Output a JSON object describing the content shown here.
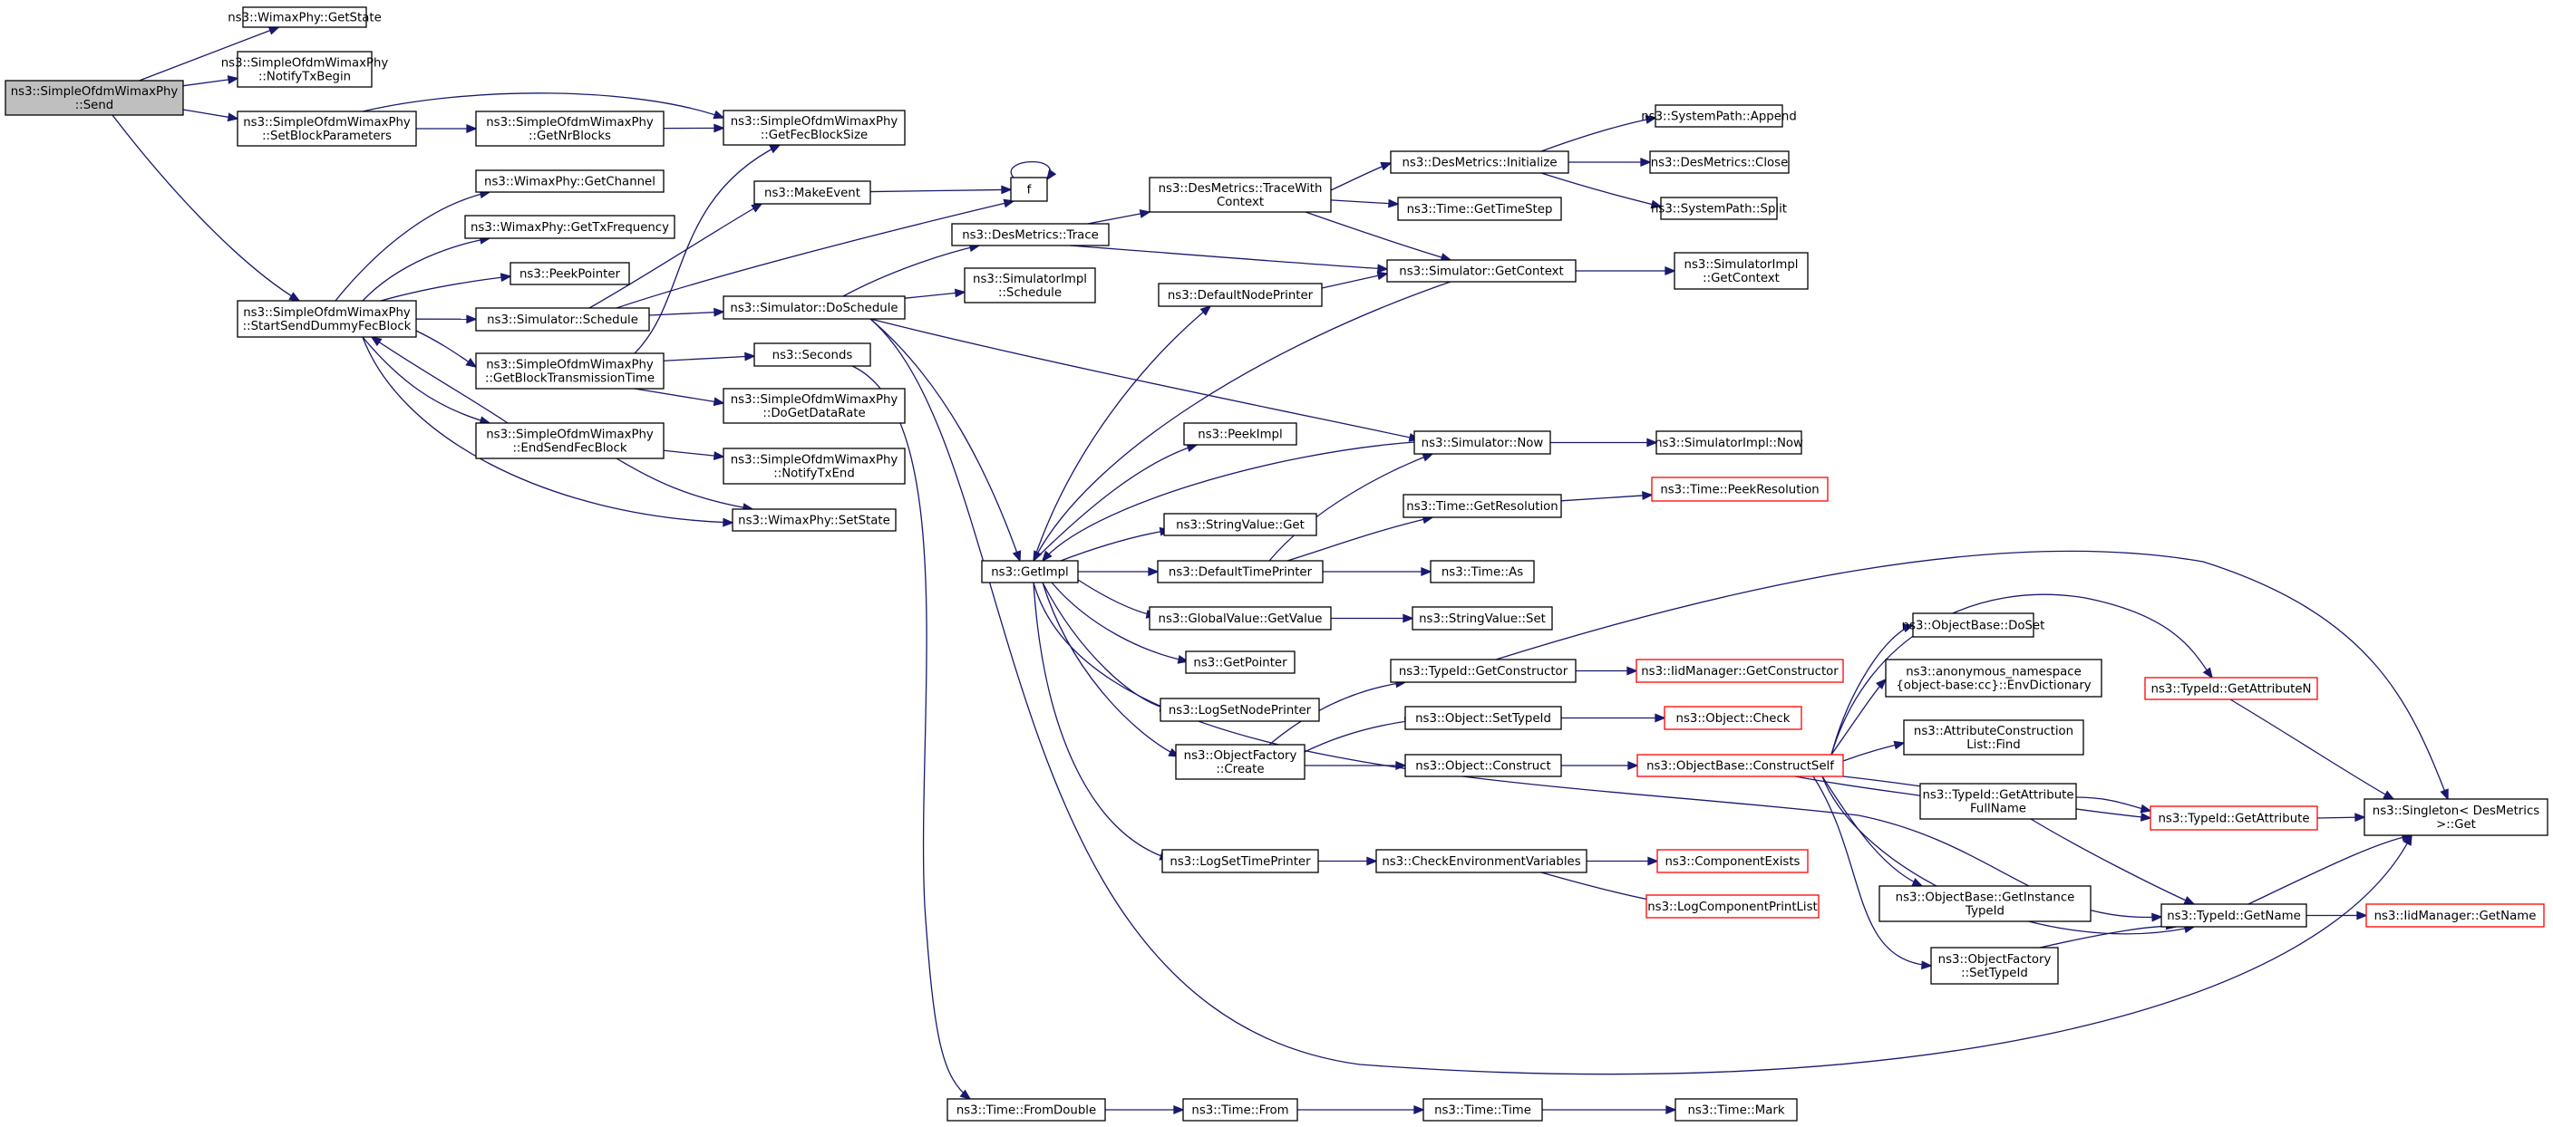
{
  "graph": {
    "nodes": {
      "send": {
        "lines": [
          "ns3::SimpleOfdmWimaxPhy",
          "::Send"
        ],
        "style": "root"
      },
      "wm_getstate": {
        "lines": [
          "ns3::WimaxPhy::GetState"
        ]
      },
      "notifytxbegin": {
        "lines": [
          "ns3::SimpleOfdmWimaxPhy",
          "::NotifyTxBegin"
        ]
      },
      "setblockparams": {
        "lines": [
          "ns3::SimpleOfdmWimaxPhy",
          "::SetBlockParameters"
        ]
      },
      "getnrblocks": {
        "lines": [
          "ns3::SimpleOfdmWimaxPhy",
          "::GetNrBlocks"
        ]
      },
      "getfecblocksize": {
        "lines": [
          "ns3::SimpleOfdmWimaxPhy",
          "::GetFecBlockSize"
        ]
      },
      "startsenddummy": {
        "lines": [
          "ns3::SimpleOfdmWimaxPhy",
          "::StartSendDummyFecBlock"
        ]
      },
      "getchannel": {
        "lines": [
          "ns3::WimaxPhy::GetChannel"
        ]
      },
      "gettxfreq": {
        "lines": [
          "ns3::WimaxPhy::GetTxFrequency"
        ]
      },
      "peekpointer": {
        "lines": [
          "ns3::PeekPointer"
        ]
      },
      "sim_schedule": {
        "lines": [
          "ns3::Simulator::Schedule"
        ]
      },
      "getblocktxtime": {
        "lines": [
          "ns3::SimpleOfdmWimaxPhy",
          "::GetBlockTransmissionTime"
        ]
      },
      "endsendfec": {
        "lines": [
          "ns3::SimpleOfdmWimaxPhy",
          "::EndSendFecBlock"
        ]
      },
      "makeevent": {
        "lines": [
          "ns3::MakeEvent"
        ]
      },
      "f": {
        "lines": [
          "f"
        ]
      },
      "desm_trace": {
        "lines": [
          "ns3::DesMetrics::Trace"
        ]
      },
      "desm_tracewith": {
        "lines": [
          "ns3::DesMetrics::TraceWith",
          "Context"
        ]
      },
      "desm_init": {
        "lines": [
          "ns3::DesMetrics::Initialize"
        ]
      },
      "sp_append": {
        "lines": [
          "ns3::SystemPath::Append"
        ]
      },
      "desm_close": {
        "lines": [
          "ns3::DesMetrics::Close"
        ]
      },
      "sp_split": {
        "lines": [
          "ns3::SystemPath::Split"
        ]
      },
      "time_gettimestep": {
        "lines": [
          "ns3::Time::GetTimeStep"
        ]
      },
      "sim_getcontext": {
        "lines": [
          "ns3::Simulator::GetContext"
        ]
      },
      "simimpl_getcontext": {
        "lines": [
          "ns3::SimulatorImpl",
          "::GetContext"
        ]
      },
      "sim_doschedule": {
        "lines": [
          "ns3::Simulator::DoSchedule"
        ]
      },
      "simimpl_schedule": {
        "lines": [
          "ns3::SimulatorImpl",
          "::Schedule"
        ]
      },
      "defaultnodeprinter": {
        "lines": [
          "ns3::DefaultNodePrinter"
        ]
      },
      "seconds": {
        "lines": [
          "ns3::Seconds"
        ]
      },
      "dogetdatarate": {
        "lines": [
          "ns3::SimpleOfdmWimaxPhy",
          "::DoGetDataRate"
        ]
      },
      "notifytxend": {
        "lines": [
          "ns3::SimpleOfdmWimaxPhy",
          "::NotifyTxEnd"
        ]
      },
      "wm_setstate": {
        "lines": [
          "ns3::WimaxPhy::SetState"
        ]
      },
      "getimpl": {
        "lines": [
          "ns3::GetImpl"
        ]
      },
      "peekimpl": {
        "lines": [
          "ns3::PeekImpl"
        ]
      },
      "sim_now": {
        "lines": [
          "ns3::Simulator::Now"
        ]
      },
      "simimpl_now": {
        "lines": [
          "ns3::SimulatorImpl::Now"
        ]
      },
      "time_getresolution": {
        "lines": [
          "ns3::Time::GetResolution"
        ]
      },
      "time_peekresolution": {
        "lines": [
          "ns3::Time::PeekResolution"
        ],
        "style": "red"
      },
      "stringvalue_get": {
        "lines": [
          "ns3::StringValue::Get"
        ]
      },
      "defaulttimeprinter": {
        "lines": [
          "ns3::DefaultTimePrinter"
        ]
      },
      "time_as": {
        "lines": [
          "ns3::Time::As"
        ]
      },
      "globalvalue_getvalue": {
        "lines": [
          "ns3::GlobalValue::GetValue"
        ]
      },
      "stringvalue_set": {
        "lines": [
          "ns3::StringValue::Set"
        ]
      },
      "getpointer": {
        "lines": [
          "ns3::GetPointer"
        ]
      },
      "typeid_getconstructor": {
        "lines": [
          "ns3::TypeId::GetConstructor"
        ]
      },
      "iidmanager_getconstructor": {
        "lines": [
          "ns3::IidManager::GetConstructor"
        ],
        "style": "red"
      },
      "logsetnodeprinter": {
        "lines": [
          "ns3::LogSetNodePrinter"
        ]
      },
      "object_settypeid": {
        "lines": [
          "ns3::Object::SetTypeId"
        ]
      },
      "object_check": {
        "lines": [
          "ns3::Object::Check"
        ],
        "style": "red"
      },
      "objectfactory_create": {
        "lines": [
          "ns3::ObjectFactory",
          "::Create"
        ]
      },
      "object_construct": {
        "lines": [
          "ns3::Object::Construct"
        ]
      },
      "objectbase_constructself": {
        "lines": [
          "ns3::ObjectBase::ConstructSelf"
        ],
        "style": "red"
      },
      "objectbase_doset": {
        "lines": [
          "ns3::ObjectBase::DoSet"
        ]
      },
      "envdictionary": {
        "lines": [
          "ns3::anonymous_namespace",
          "{object-base:cc}::EnvDictionary"
        ]
      },
      "typeid_getattributen": {
        "lines": [
          "ns3::TypeId::GetAttributeN"
        ],
        "style": "red"
      },
      "attrconstructionlist_find": {
        "lines": [
          "ns3::AttributeConstruction",
          "List::Find"
        ]
      },
      "typeid_getattribute": {
        "lines": [
          "ns3::TypeId::GetAttribute"
        ],
        "style": "red"
      },
      "singleton_get": {
        "lines": [
          "ns3::Singleton< DesMetrics",
          " >::Get"
        ]
      },
      "typeid_getattributefullname": {
        "lines": [
          "ns3::TypeId::GetAttribute",
          "FullName"
        ]
      },
      "logsettimeprinter": {
        "lines": [
          "ns3::LogSetTimePrinter"
        ]
      },
      "checkenvvars": {
        "lines": [
          "ns3::CheckEnvironmentVariables"
        ]
      },
      "componentexists": {
        "lines": [
          "ns3::ComponentExists"
        ],
        "style": "red"
      },
      "logcomponentprintlist": {
        "lines": [
          "ns3::LogComponentPrintList"
        ],
        "style": "red"
      },
      "objectbase_getinstancetypeid": {
        "lines": [
          "ns3::ObjectBase::GetInstance",
          "TypeId"
        ]
      },
      "typeid_getname": {
        "lines": [
          "ns3::TypeId::GetName"
        ]
      },
      "iidmanager_getname": {
        "lines": [
          "ns3::IidManager::GetName"
        ],
        "style": "red"
      },
      "objectfactory_settypeid": {
        "lines": [
          "ns3::ObjectFactory",
          "::SetTypeId"
        ]
      },
      "time_fromdouble": {
        "lines": [
          "ns3::Time::FromDouble"
        ]
      },
      "time_from": {
        "lines": [
          "ns3::Time::From"
        ]
      },
      "time_time": {
        "lines": [
          "ns3::Time::Time"
        ]
      },
      "time_mark": {
        "lines": [
          "ns3::Time::Mark"
        ]
      }
    },
    "edges": [
      [
        "send",
        "wm_getstate"
      ],
      [
        "send",
        "notifytxbegin"
      ],
      [
        "send",
        "setblockparams"
      ],
      [
        "send",
        "startsenddummy"
      ],
      [
        "setblockparams",
        "getnrblocks"
      ],
      [
        "setblockparams",
        "getfecblocksize"
      ],
      [
        "getnrblocks",
        "getfecblocksize"
      ],
      [
        "startsenddummy",
        "getchannel"
      ],
      [
        "startsenddummy",
        "gettxfreq"
      ],
      [
        "startsenddummy",
        "peekpointer"
      ],
      [
        "startsenddummy",
        "sim_schedule"
      ],
      [
        "startsenddummy",
        "getblocktxtime"
      ],
      [
        "startsenddummy",
        "endsendfec"
      ],
      [
        "startsenddummy",
        "wm_setstate"
      ],
      [
        "sim_schedule",
        "makeevent"
      ],
      [
        "sim_schedule",
        "f"
      ],
      [
        "sim_schedule",
        "sim_doschedule"
      ],
      [
        "makeevent",
        "f"
      ],
      [
        "f",
        "f"
      ],
      [
        "getblocktxtime",
        "getfecblocksize"
      ],
      [
        "getblocktxtime",
        "seconds"
      ],
      [
        "getblocktxtime",
        "dogetdatarate"
      ],
      [
        "endsendfec",
        "startsenddummy"
      ],
      [
        "endsendfec",
        "notifytxend"
      ],
      [
        "endsendfec",
        "wm_setstate"
      ],
      [
        "sim_doschedule",
        "desm_trace"
      ],
      [
        "sim_doschedule",
        "simimpl_schedule"
      ],
      [
        "sim_doschedule",
        "getimpl"
      ],
      [
        "sim_doschedule",
        "sim_now"
      ],
      [
        "sim_doschedule",
        "singleton_get"
      ],
      [
        "desm_trace",
        "desm_tracewith"
      ],
      [
        "desm_trace",
        "sim_getcontext"
      ],
      [
        "desm_tracewith",
        "desm_init"
      ],
      [
        "desm_tracewith",
        "time_gettimestep"
      ],
      [
        "desm_tracewith",
        "sim_getcontext"
      ],
      [
        "desm_init",
        "sp_append"
      ],
      [
        "desm_init",
        "desm_close"
      ],
      [
        "desm_init",
        "sp_split"
      ],
      [
        "sim_getcontext",
        "simimpl_getcontext"
      ],
      [
        "sim_getcontext",
        "getimpl"
      ],
      [
        "seconds",
        "time_fromdouble"
      ],
      [
        "getimpl",
        "defaultnodeprinter"
      ],
      [
        "getimpl",
        "peekimpl"
      ],
      [
        "getimpl",
        "stringvalue_get"
      ],
      [
        "getimpl",
        "defaulttimeprinter"
      ],
      [
        "getimpl",
        "globalvalue_getvalue"
      ],
      [
        "getimpl",
        "getpointer"
      ],
      [
        "getimpl",
        "logsetnodeprinter"
      ],
      [
        "getimpl",
        "objectfactory_create"
      ],
      [
        "getimpl",
        "logsettimeprinter"
      ],
      [
        "getimpl",
        "typeid_getname"
      ],
      [
        "defaultnodeprinter",
        "sim_getcontext"
      ],
      [
        "sim_now",
        "getimpl"
      ],
      [
        "sim_now",
        "simimpl_now"
      ],
      [
        "defaulttimeprinter",
        "sim_now"
      ],
      [
        "defaulttimeprinter",
        "time_getresolution"
      ],
      [
        "defaulttimeprinter",
        "time_as"
      ],
      [
        "time_getresolution",
        "time_peekresolution"
      ],
      [
        "globalvalue_getvalue",
        "stringvalue_set"
      ],
      [
        "objectfactory_create",
        "typeid_getconstructor"
      ],
      [
        "objectfactory_create",
        "object_settypeid"
      ],
      [
        "objectfactory_create",
        "object_construct"
      ],
      [
        "typeid_getconstructor",
        "iidmanager_getconstructor"
      ],
      [
        "typeid_getconstructor",
        "singleton_get"
      ],
      [
        "object_settypeid",
        "object_check"
      ],
      [
        "object_construct",
        "objectbase_constructself"
      ],
      [
        "objectbase_constructself",
        "objectbase_doset"
      ],
      [
        "objectbase_constructself",
        "envdictionary"
      ],
      [
        "objectbase_constructself",
        "typeid_getattributen"
      ],
      [
        "objectbase_constructself",
        "attrconstructionlist_find"
      ],
      [
        "objectbase_constructself",
        "typeid_getattribute"
      ],
      [
        "objectbase_constructself",
        "typeid_getattributefullname"
      ],
      [
        "objectbase_constructself",
        "objectbase_getinstancetypeid"
      ],
      [
        "objectbase_constructself",
        "typeid_getname"
      ],
      [
        "objectbase_constructself",
        "objectfactory_settypeid"
      ],
      [
        "typeid_getattributen",
        "singleton_get"
      ],
      [
        "typeid_getattribute",
        "singleton_get"
      ],
      [
        "typeid_getattributefullname",
        "typeid_getattribute"
      ],
      [
        "typeid_getattributefullname",
        "typeid_getname"
      ],
      [
        "logsettimeprinter",
        "checkenvvars"
      ],
      [
        "checkenvvars",
        "componentexists"
      ],
      [
        "checkenvvars",
        "logcomponentprintlist"
      ],
      [
        "typeid_getname",
        "singleton_get"
      ],
      [
        "typeid_getname",
        "iidmanager_getname"
      ],
      [
        "objectfactory_settypeid",
        "typeid_getname"
      ],
      [
        "time_fromdouble",
        "time_from"
      ],
      [
        "time_from",
        "time_time"
      ],
      [
        "time_time",
        "time_mark"
      ]
    ]
  }
}
